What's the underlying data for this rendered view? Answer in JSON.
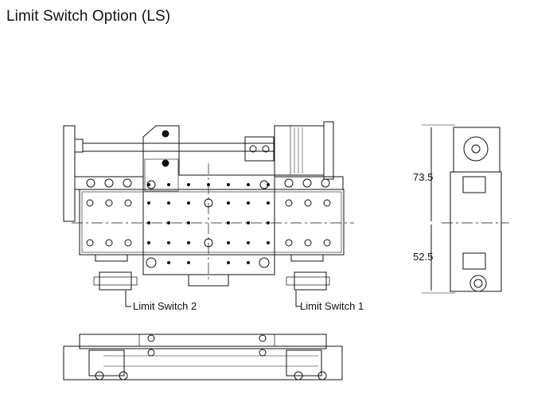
{
  "title": "Limit Switch Option (LS)",
  "labels": {
    "switch_left": "Limit Switch 2",
    "switch_right": "Limit Switch 1"
  },
  "dimensions": {
    "upper": "73.5",
    "lower": "52.5"
  }
}
